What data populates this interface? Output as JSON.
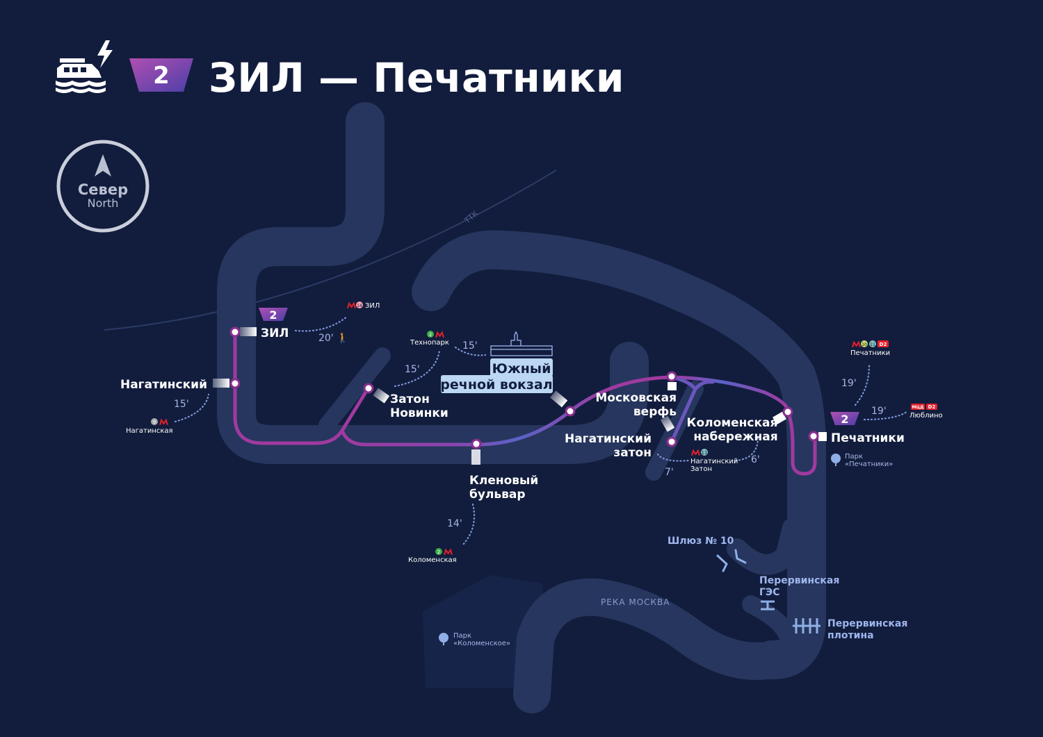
{
  "header": {
    "route_number": "2",
    "title": "ЗИЛ — Печатники"
  },
  "compass": {
    "label_ru": "Север",
    "label_en": "North"
  },
  "stations": {
    "zil": "ЗИЛ",
    "nagatinsky_1": "Нагатинский",
    "zaton_novinki_1": "Затон",
    "zaton_novinki_2": "Новинки",
    "klenovy_1": "Кленовый",
    "klenovy_2": "бульвар",
    "yuzhny_1": "Южный",
    "yuzhny_2": "речной вокзал",
    "moskovskaya_1": "Московская",
    "moskovskaya_2": "верфь",
    "nagatinsky_zaton_1": "Нагатинский",
    "nagatinsky_zaton_2": "затон",
    "kolomenskaya_1": "Коломенская",
    "kolomenskaya_2": "набережная",
    "pechatniki": "Печатники"
  },
  "route_badges": {
    "zil": "2",
    "pechatniki": "2"
  },
  "transfers": {
    "zil_metro": "ЗИЛ",
    "zil_line": "14",
    "tekhnopark": "Технопарк",
    "tekhnopark_line": "2",
    "nagatinskaya": "Нагатинская",
    "nagatinskaya_line": "9",
    "kolomenskaya": "Коломенская",
    "kolomenskaya_line": "2",
    "nagatinsky_zaton": "Нагатинский",
    "nagatinsky_zaton_2": "Затон",
    "nagatinsky_zaton_line": "11",
    "pechatniki": "Печатники",
    "pechatniki_lines": [
      "10",
      "11"
    ],
    "pechatniki_d": "D2",
    "lyublino": "Люблино",
    "lyublino_mcd": "МЦД",
    "lyublino_d": "D2"
  },
  "walk_times": {
    "zil": "20'",
    "tekhnopark_a": "15'",
    "tekhnopark_b": "15'",
    "nagatinsky": "15'",
    "klenovy": "14'",
    "nagatinsky_zaton": "7'",
    "kolomenskaya": "6'",
    "pechatniki_a": "19'",
    "pechatniki_b": "19'"
  },
  "landmarks": {
    "ttk": "ТТК",
    "river": "РЕКА МОСКВА",
    "lock": "Шлюз № 10",
    "ges_1": "Перервинская",
    "ges_2": "ГЭС",
    "dam_1": "Перервинская",
    "dam_2": "плотина",
    "park_kolomenskoe_1": "Парк",
    "park_kolomenskoe_2": "«Коломенское»",
    "park_pechatniki_1": "Парк",
    "park_pechatniki_2": "«Печатники»"
  },
  "colors": {
    "background": "#121d3d",
    "river": "#27365e",
    "route_purple": "#a03aa0",
    "route_blue": "#5a63c8",
    "walk_dots": "#7f97d9",
    "metro_red": "#e4202b"
  }
}
